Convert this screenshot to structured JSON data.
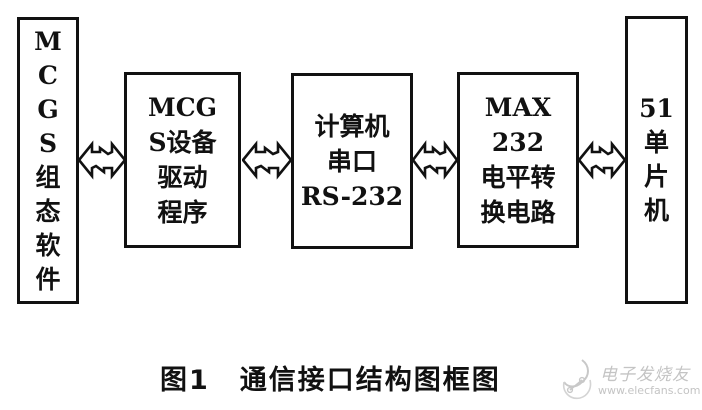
{
  "diagram": {
    "type": "block-diagram",
    "direction": "left-to-right",
    "blocks": [
      {
        "id": "mcgs-software",
        "lines": [
          "M",
          "C",
          "G",
          "S",
          "组",
          "态",
          "软",
          "件"
        ],
        "full_label": "MCGS组态软件"
      },
      {
        "id": "mcgs-driver",
        "lines": [
          "MCG",
          "S设备",
          "驱动",
          "程序"
        ],
        "full_label": "MCGS设备驱动程序"
      },
      {
        "id": "pc-serial-port",
        "lines": [
          "计算机",
          "串口",
          "RS-232"
        ],
        "full_label": "计算机串口RS-232"
      },
      {
        "id": "max232-converter",
        "lines": [
          "MAX",
          "232",
          "电平转",
          "换电路"
        ],
        "full_label": "MAX232电平转换电路"
      },
      {
        "id": "mcu-51",
        "lines": [
          "51",
          "单",
          "片",
          "机"
        ],
        "full_label": "51单片机"
      }
    ],
    "connections": [
      {
        "from": "mcgs-software",
        "to": "mcgs-driver",
        "type": "bidirectional"
      },
      {
        "from": "mcgs-driver",
        "to": "pc-serial-port",
        "type": "bidirectional"
      },
      {
        "from": "pc-serial-port",
        "to": "max232-converter",
        "type": "bidirectional"
      },
      {
        "from": "max232-converter",
        "to": "mcu-51",
        "type": "bidirectional"
      }
    ]
  },
  "caption": {
    "figure_number": "图1",
    "title": "通信接口结构图框图"
  },
  "watermark": {
    "name": "电子发烧友",
    "url": "www.elecfans.com"
  },
  "colors": {
    "stroke": "#111111",
    "background": "#ffffff",
    "watermark": "#c4c4c4"
  }
}
